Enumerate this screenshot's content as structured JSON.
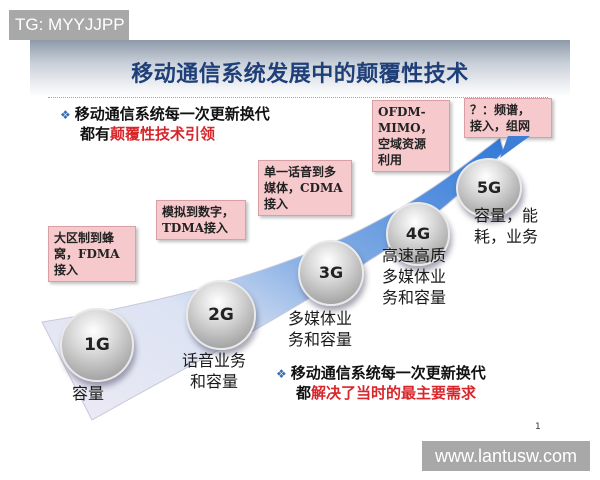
{
  "watermarks": {
    "top": "TG: MYYJJPP",
    "bottom": "www.lantusw.com"
  },
  "slide": {
    "title": "移动通信系统发展中的颠覆性技术",
    "bullet_top": {
      "black": "移动通信系统每一次更新换代",
      "line2_black": "都有",
      "line2_red": "颠覆性技术引领"
    },
    "bullet_bottom": {
      "black": "移动通信系统每一次更新换代",
      "line2_black": "都",
      "line2_red": "解决了当时的最主要需求"
    },
    "page_number": "1",
    "colors": {
      "title": "#1f3f79",
      "highlight": "#d8262b",
      "callout_bg": "#f6c9cc",
      "arrow": "#3d7fd6"
    },
    "generations": [
      {
        "label": "1G",
        "caption": "容量",
        "callout": [
          "大区制到蜂",
          "窝，FDMA",
          "接入"
        ]
      },
      {
        "label": "2G",
        "caption_lines": [
          "话音业务",
          "和容量"
        ],
        "callout": [
          "模拟到数字，",
          "TDMA接入"
        ]
      },
      {
        "label": "3G",
        "caption_lines": [
          "多媒体业",
          "务和容量"
        ],
        "callout": [
          "单一话音到多",
          "媒体，CDMA",
          "接入"
        ]
      },
      {
        "label": "4G",
        "caption_lines": [
          "高速高质",
          "多媒体业",
          "务和容量"
        ],
        "callout": [
          "OFDM-",
          "MIMO，",
          "空域资源",
          "利用"
        ]
      },
      {
        "label": "5G",
        "caption_lines": [
          "容量，能",
          "耗，业务"
        ],
        "callout": [
          "？：频谱，",
          "接入，组网"
        ]
      }
    ]
  }
}
